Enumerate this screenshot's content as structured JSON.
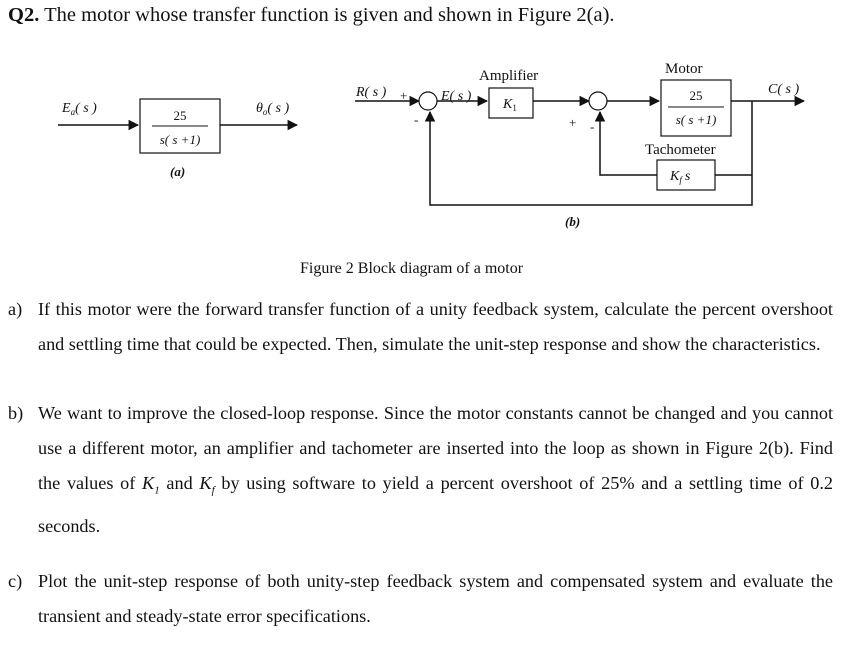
{
  "title": {
    "number": "Q2.",
    "text": " The motor whose transfer function is given and shown in Figure 2(a)."
  },
  "figure_a": {
    "input": "E",
    "input_sub": "a",
    "input_arg": "( s )",
    "output": "θ",
    "output_sub": "o",
    "output_arg": "( s )",
    "num": "25",
    "den": "s( s +1)",
    "label": "(a)"
  },
  "figure_b": {
    "input": "R( s )",
    "error": "E( s )",
    "amp_title": "Amplifier",
    "amp_gain": "K",
    "amp_gain_sub": "1",
    "motor_title": "Motor",
    "motor_num": "25",
    "motor_den": "s( s +1)",
    "output": "C( s )",
    "tach_title": "Tachometer",
    "tach_gain": "K",
    "tach_gain_sub": "f",
    "tach_gain_var": "s",
    "plus": "+",
    "minus": "-",
    "label": "(b)"
  },
  "caption": "Figure 2 Block diagram of a motor",
  "parts": [
    {
      "label": "a)",
      "text": "If this motor were the forward transfer function of a unity feedback system, calculate the percent overshoot and settling time that could be expected. Then, simulate the unit-step response and show the characteristics."
    },
    {
      "label": "b)",
      "text_1": "We want to improve the closed-loop response. Since the motor constants cannot be changed and you cannot use a different motor, an amplifier and tachometer are inserted into the loop as shown in Figure 2(b). Find the values of ",
      "k1": "K",
      "k1_sub": "1",
      "and": " and ",
      "kf": "K",
      "kf_sub": "f",
      "text_2": " by using software to yield a percent overshoot of 25% and a settling time of 0.2 seconds."
    },
    {
      "label": "c)",
      "text": "Plot the unit-step response of both unity-step feedback system and compensated system and evaluate the transient and steady-state error specifications."
    }
  ]
}
